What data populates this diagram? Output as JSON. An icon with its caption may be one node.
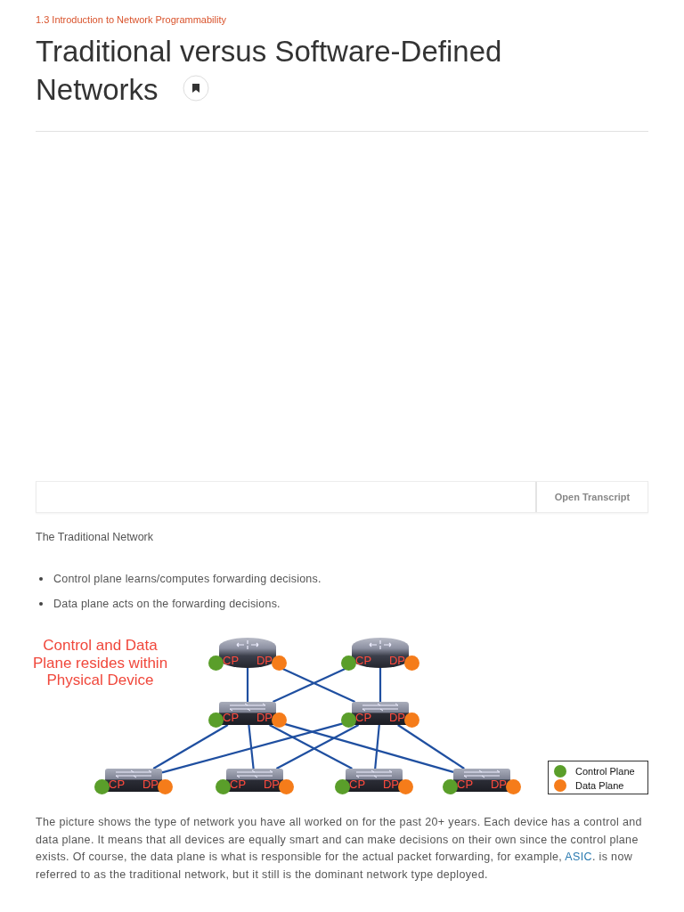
{
  "diagram": {
    "title": "Traditional versus Software-Defined Networks",
    "nodes": [
      {
        "text": [
          "CP",
          "DP"
        ]
      },
      {
        "text": [
          "CP",
          "DP"
        ]
      },
      {
        "text": [
          "CP",
          "DP"
        ]
      },
      {
        "text": [
          "CP",
          "DP"
        ]
      },
      {
        "text": [
          "CP",
          "DP"
        ]
      },
      {
        "text": [
          "CP",
          "DP"
        ]
      },
      {
        "text": [
          "CP",
          "DP"
        ]
      },
      {
        "text": [
          "CP",
          "DP"
        ]
      }
    ],
    "edges": [
      {
        "from": 0,
        "to": 2,
        "arrow": "none"
      },
      {
        "from": 0,
        "to": 3,
        "arrow": "none"
      },
      {
        "from": 1,
        "to": 2,
        "arrow": "none"
      },
      {
        "from": 1,
        "to": 3,
        "arrow": "none"
      },
      {
        "from": 2,
        "to": 4,
        "arrow": "none"
      },
      {
        "from": 2,
        "to": 5,
        "arrow": "none"
      },
      {
        "from": 2,
        "to": 6,
        "arrow": "none"
      },
      {
        "from": 2,
        "to": 7,
        "arrow": "none"
      },
      {
        "from": 3,
        "to": 4,
        "arrow": "none"
      },
      {
        "from": 3,
        "to": 5,
        "arrow": "none"
      },
      {
        "from": 3,
        "to": 6,
        "arrow": "none"
      },
      {
        "from": 3,
        "to": 7,
        "arrow": "none"
      }
    ],
    "labels": [
      "1.3 Introduction to Network Programmability",
      "Open Transcript",
      "The Traditional Network",
      "Control plane learns/computes forwarding decisions.",
      "Data plane acts on the forwarding decisions.",
      "Control and Data Plane resides within Physical Device",
      "The picture shows the type of network you have all worked on for the past 20+ years. Each device has a control and data plane. It means that all devices are equally smart and can make decisions on their own since the control plane exists. Of course, the data plane is what is responsible for the actual packet forwarding, for example,",
      "ASIC",
      ". is now referred to as the traditional network, but it still is the dominant network type deployed."
    ],
    "legend": [
      {
        "text": "Control Plane",
        "color": "#5a9e2a"
      },
      {
        "text": "Data Plane",
        "color": "#f57c1a"
      }
    ]
  }
}
